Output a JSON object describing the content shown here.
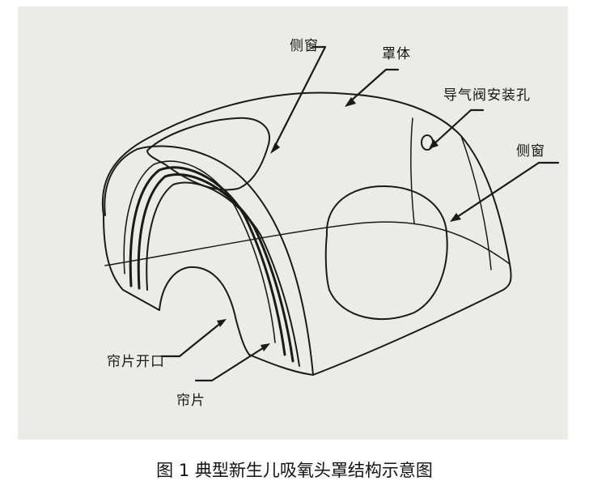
{
  "labels": {
    "side_window_top": "侧窗",
    "cover_body": "罩体",
    "valve_hole": "导气阀安装孔",
    "side_window_right": "侧窗",
    "curtain_opening": "帘片开口",
    "curtain": "帘片"
  },
  "caption": "图 1  典型新生儿吸氧头罩结构示意图",
  "colors": {
    "paper": "#ebebea",
    "ink": "#1a1a1a",
    "page": "#ffffff"
  }
}
